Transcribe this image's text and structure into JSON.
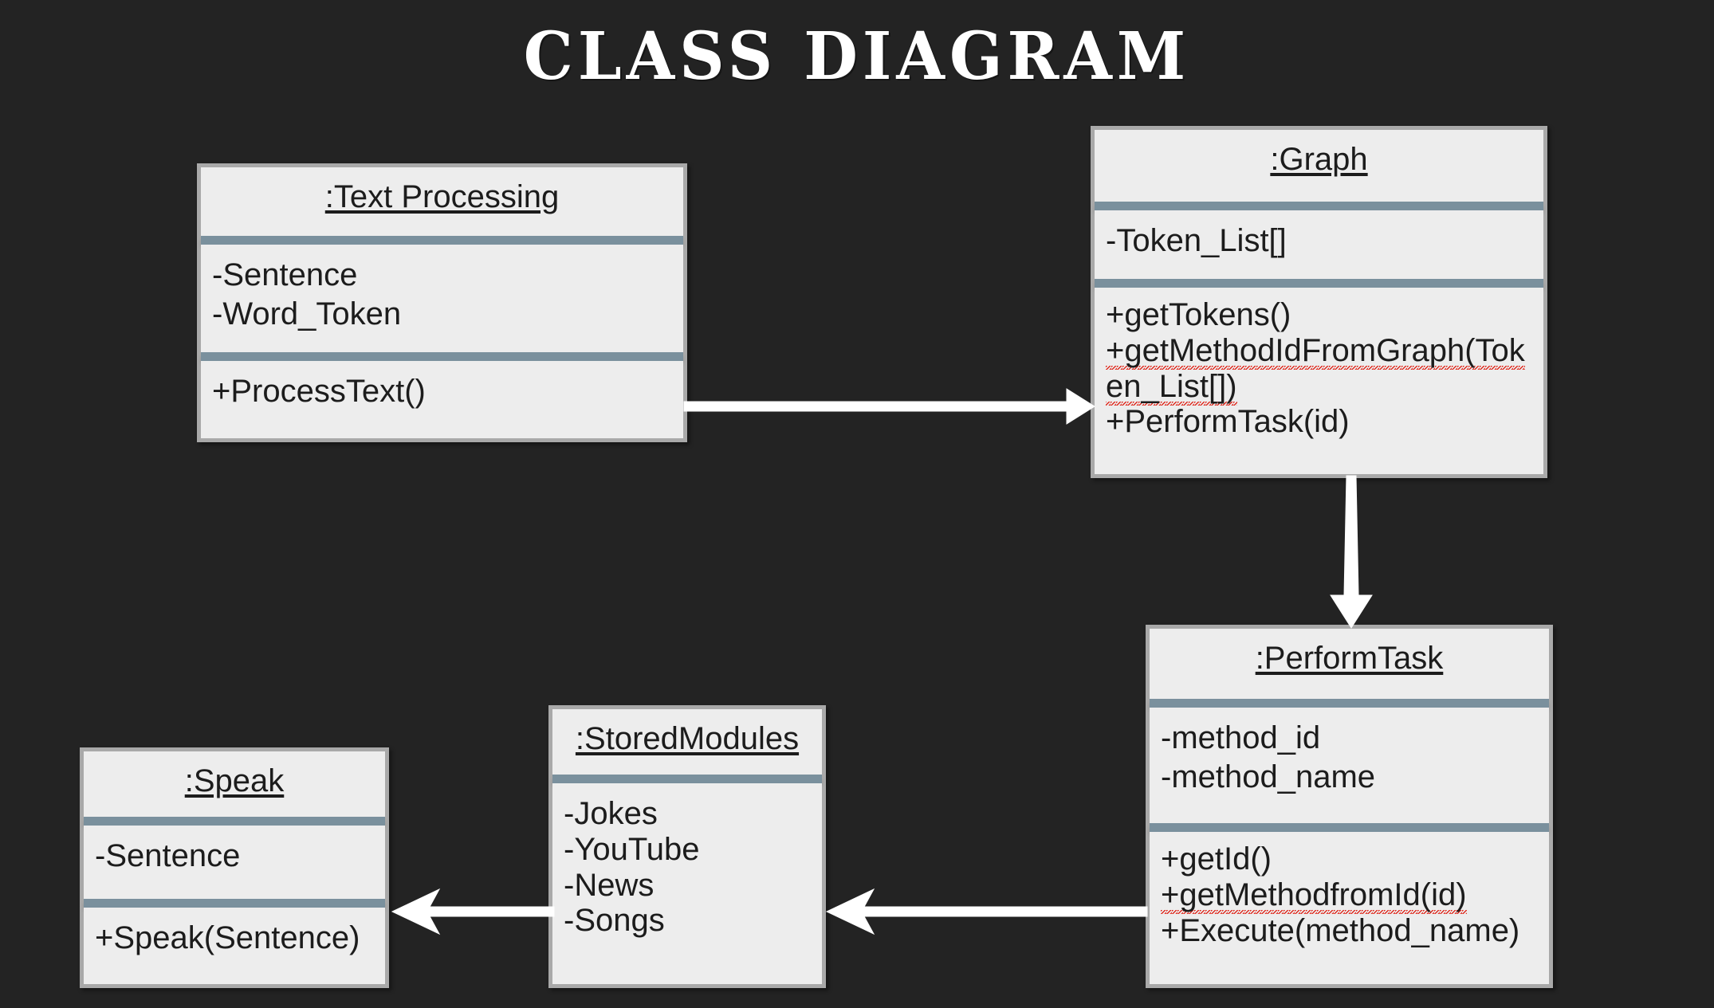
{
  "page": {
    "title": "CLASS  DIAGRAM",
    "background_color": "#232323",
    "box_fill_color": "#ededed",
    "box_border_color": "#a9a9a9",
    "divider_color": "#7a909d",
    "text_color": "#1c1c1c",
    "arrow_color": "#ffffff",
    "spellcheck_color": "#e02b20"
  },
  "classes": {
    "text_processing": {
      "name": ":Text Processing",
      "attributes": [
        "-Sentence",
        "-Word_Token"
      ],
      "methods": [
        "+ProcessText()"
      ]
    },
    "graph": {
      "name": ":Graph",
      "attributes": [
        "-Token_List[]"
      ],
      "methods": [
        "+getTokens()",
        "+getMethodIdFromGraph(Token_List[])",
        "+PerformTask(id)"
      ],
      "misspelled_method": "getMethodIdFromGraph"
    },
    "perform_task": {
      "name": ":PerformTask",
      "attributes": [
        "-method_id",
        "-method_name"
      ],
      "methods": [
        "+getId()",
        "+getMethodfromId(id)",
        "+Execute(method_name)"
      ],
      "misspelled_method": "getMethodfromId"
    },
    "stored_modules": {
      "name": ":StoredModules",
      "attributes": [
        "-Jokes",
        "-YouTube",
        "-News",
        "-Songs"
      ],
      "methods": []
    },
    "speak": {
      "name": ":Speak",
      "attributes": [
        "-Sentence"
      ],
      "methods": [
        "+Speak(Sentence)"
      ]
    }
  },
  "relationships": [
    {
      "id": "tp-to-graph",
      "from": ":Text Processing",
      "to": ":Graph",
      "direction": "right"
    },
    {
      "id": "graph-to-perform",
      "from": ":Graph",
      "to": ":PerformTask",
      "direction": "down"
    },
    {
      "id": "perform-to-stored",
      "from": ":PerformTask",
      "to": ":StoredModules",
      "direction": "left"
    },
    {
      "id": "stored-to-speak",
      "from": ":StoredModules",
      "to": ":Speak",
      "direction": "left"
    }
  ]
}
